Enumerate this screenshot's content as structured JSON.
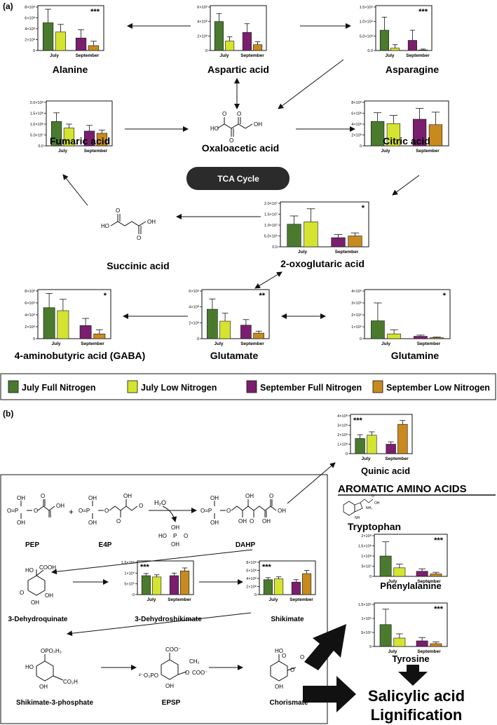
{
  "panels": {
    "a": "(a)",
    "b": "(b)"
  },
  "tca_label": "TCA Cycle",
  "legend": [
    {
      "label": "July Full Nitrogen",
      "color": "#4a7a2e"
    },
    {
      "label": "July Low Nitrogen",
      "color": "#d4e430"
    },
    {
      "label": "September Full Nitrogen",
      "color": "#7a1f6e"
    },
    {
      "label": "September Low Nitrogen",
      "color": "#c88a1f"
    }
  ],
  "structures": {
    "oaa": {
      "name": "Oxaloacetic acid",
      "atoms": [
        "HO",
        "O",
        "O",
        "OH",
        "O"
      ]
    },
    "succinic": {
      "name": "Succinic acid",
      "atoms": [
        "HO",
        "O",
        "O",
        "OH"
      ]
    },
    "pep": {
      "name": "PEP",
      "atoms": [
        "OH",
        "O=P",
        "O",
        "OH",
        "O",
        "OH"
      ]
    },
    "e4p": {
      "name": "E4P",
      "atoms": [
        "OH",
        "O=P",
        "O",
        "OH",
        "OH",
        "O"
      ]
    },
    "water": {
      "text": "H₂O",
      "atoms": [
        "OH",
        "HO",
        "P",
        "OH",
        "O"
      ]
    },
    "dahp": {
      "name": "DAHP",
      "atoms": [
        "OH",
        "O=P",
        "O",
        "OH",
        "OH",
        "OH",
        "O",
        "OH",
        "O"
      ]
    },
    "dhq": {
      "name": "3-Dehydroquinate",
      "atoms": [
        "HO",
        "COOH",
        "O",
        "OH",
        "OH"
      ]
    },
    "s3p": {
      "name": "Shikimate-3-phosphate",
      "atoms": [
        "OPO₃H₂",
        "HO",
        "OH",
        "CO₂H"
      ]
    },
    "epsp": {
      "name": "EPSP",
      "atoms": [
        "COO⁻",
        "²⁻O₃PO",
        "O",
        "CH₂",
        "COO⁻",
        "OH"
      ]
    },
    "chorismate": {
      "name": "Chorismate",
      "atoms": [
        "HO",
        "O",
        "O",
        "OH",
        "O",
        "OH"
      ]
    },
    "tryptophan": {
      "name": "Tryptophan",
      "atoms": [
        "NH",
        "NH₂",
        "O",
        "OH"
      ]
    },
    "aromatic": "AROMATIC AMINO ACIDS",
    "salicylic": "Salicylic acid",
    "lignification": "Lignification"
  },
  "chart_data": [
    {
      "type": "bar",
      "id": "alanine",
      "title": "Alanine",
      "categories": [
        "July",
        "September"
      ],
      "yticks": [
        "0",
        "2×10⁸",
        "4×10⁸",
        "6×10⁸",
        "8×10⁸"
      ],
      "ylim": [
        0,
        800000000.0
      ],
      "sig": "***",
      "series": [
        {
          "name": "July Full Nitrogen",
          "values": [
            510000000.0
          ],
          "err": [
            250000000.0
          ]
        },
        {
          "name": "July Low Nitrogen",
          "values": [
            340000000.0
          ],
          "err": [
            140000000.0
          ]
        },
        {
          "name": "September Full Nitrogen",
          "values": [
            230000000.0
          ],
          "err": [
            150000000.0
          ]
        },
        {
          "name": "September Low Nitrogen",
          "values": [
            90000000.0
          ],
          "err": [
            80000000.0
          ]
        }
      ],
      "bars": [
        510000000.0,
        340000000.0,
        230000000.0,
        90000000.0
      ],
      "errs": [
        250000000.0,
        140000000.0,
        150000000.0,
        80000000.0
      ]
    },
    {
      "type": "bar",
      "id": "aspartic",
      "title": "Aspartic acid",
      "categories": [
        "July",
        "September"
      ],
      "yticks": [
        "0",
        "2×10⁸",
        "4×10⁸",
        "6×10⁸"
      ],
      "ylim": [
        0,
        600000000.0
      ],
      "sig": "",
      "bars": [
        400000000.0,
        130000000.0,
        250000000.0,
        80000000.0
      ],
      "errs": [
        110000000.0,
        60000000.0,
        120000000.0,
        40000000.0
      ]
    },
    {
      "type": "bar",
      "id": "asparagine",
      "title": "Asparagine",
      "categories": [
        "July",
        "September"
      ],
      "yticks": [
        "0.0",
        "5.0×10⁸",
        "1.0×10⁹",
        "1.5×10⁹"
      ],
      "ylim": [
        0,
        1500000000.0
      ],
      "sig": "***",
      "bars": [
        700000000.0,
        80000000.0,
        350000000.0,
        20000000.0
      ],
      "errs": [
        450000000.0,
        120000000.0,
        350000000.0,
        30000000.0
      ]
    },
    {
      "type": "bar",
      "id": "fumaric",
      "title": "Fumaric acid",
      "categories": [
        "July",
        "September"
      ],
      "yticks": [
        "0.0",
        "5.0×10⁷",
        "1.0×10⁸",
        "1.5×10⁸",
        "2.0×10⁸"
      ],
      "ylim": [
        0,
        200000000.0
      ],
      "sig": "",
      "bars": [
        112000000.0,
        82000000.0,
        68000000.0,
        58000000.0
      ],
      "errs": [
        40000000.0,
        18000000.0,
        26000000.0,
        14000000.0
      ]
    },
    {
      "type": "bar",
      "id": "citric",
      "title": "Citric acid",
      "categories": [
        "July",
        "September"
      ],
      "yticks": [
        "0",
        "2×10⁸",
        "4×10⁸",
        "6×10⁸",
        "8×10⁸"
      ],
      "ylim": [
        0,
        800000000.0
      ],
      "sig": "",
      "bars": [
        450000000.0,
        410000000.0,
        490000000.0,
        390000000.0
      ],
      "errs": [
        160000000.0,
        150000000.0,
        200000000.0,
        230000000.0
      ]
    },
    {
      "type": "bar",
      "id": "oxoglutaric",
      "title": "2-oxoglutaric acid",
      "categories": [
        "July",
        "September"
      ],
      "yticks": [
        "0.0",
        "5.0×10⁶",
        "1.0×10⁷",
        "1.5×10⁷",
        "2.0×10⁷"
      ],
      "ylim": [
        0,
        20000000.0
      ],
      "sig": "*",
      "bars": [
        10400000.0,
        11500000.0,
        4200000.0,
        5000000.0
      ],
      "errs": [
        3800000.0,
        6000000.0,
        1500000.0,
        1400000.0
      ]
    },
    {
      "type": "bar",
      "id": "gaba",
      "title": "4-aminobutyric acid (GABA)",
      "categories": [
        "July",
        "September"
      ],
      "yticks": [
        "0",
        "2×10⁸",
        "4×10⁸",
        "6×10⁸",
        "8×10⁸"
      ],
      "ylim": [
        0,
        800000000.0
      ],
      "sig": "*",
      "bars": [
        520000000.0,
        470000000.0,
        220000000.0,
        80000000.0
      ],
      "errs": [
        240000000.0,
        190000000.0,
        120000000.0,
        70000000.0
      ]
    },
    {
      "type": "bar",
      "id": "glutamate",
      "title": "Glutamate",
      "categories": [
        "July",
        "September"
      ],
      "yticks": [
        "0",
        "2×10⁸",
        "4×10⁸",
        "6×10⁸"
      ],
      "ylim": [
        0,
        600000000.0
      ],
      "sig": "**",
      "bars": [
        370000000.0,
        220000000.0,
        170000000.0,
        70000000.0
      ],
      "errs": [
        130000000.0,
        100000000.0,
        70000000.0,
        25000000.0
      ]
    },
    {
      "type": "bar",
      "id": "glutamine",
      "title": "Glutamine",
      "categories": [
        "July",
        "September"
      ],
      "yticks": [
        "0",
        "1×10⁹",
        "2×10⁹",
        "3×10⁹",
        "4×10⁹"
      ],
      "ylim": [
        0,
        4000000000.0
      ],
      "sig": "*",
      "bars": [
        1500000000.0,
        400000000.0,
        200000000.0,
        80000000.0
      ],
      "errs": [
        1500000000.0,
        350000000.0,
        100000000.0,
        50000000.0
      ]
    },
    {
      "type": "bar",
      "id": "quinic",
      "title": "Quinic acid",
      "categories": [
        "July",
        "September"
      ],
      "yticks": [
        "0",
        "1×10⁸",
        "2×10⁸",
        "3×10⁸",
        "4×10⁸"
      ],
      "ylim": [
        0,
        400000000.0
      ],
      "sig": "***",
      "bars": [
        160000000.0,
        195000000.0,
        100000000.0,
        310000000.0
      ],
      "errs": [
        40000000.0,
        35000000.0,
        25000000.0,
        40000000.0
      ]
    },
    {
      "type": "bar",
      "id": "dehydroshikimate",
      "title": "3-Dehydroshikimate",
      "categories": [
        "July",
        "September"
      ],
      "yticks": [
        "0",
        "5×10⁵",
        "1×10⁶",
        "1.5×10⁶"
      ],
      "ylim": [
        0,
        1500000.0
      ],
      "sig": "***",
      "bars": [
        880000.0,
        820000.0,
        880000.0,
        1100000.0
      ],
      "errs": [
        100000.0,
        100000.0,
        120000.0,
        140000.0
      ]
    },
    {
      "type": "bar",
      "id": "shikimate",
      "title": "Shikimate",
      "categories": [
        "July",
        "September"
      ],
      "yticks": [
        "0",
        "2×10⁸",
        "4×10⁸",
        "6×10⁸",
        "8×10⁸"
      ],
      "ylim": [
        0,
        800000000.0
      ],
      "sig": "***",
      "bars": [
        370000000.0,
        390000000.0,
        310000000.0,
        520000000.0
      ],
      "errs": [
        50000000.0,
        50000000.0,
        60000000.0,
        80000000.0
      ]
    },
    {
      "type": "bar",
      "id": "phenylalanine",
      "title": "Phenylalanine",
      "categories": [
        "July",
        "September"
      ],
      "yticks": [
        "0",
        "5×10⁷",
        "1×10⁸",
        "1.5×10⁸",
        "2×10⁸"
      ],
      "ylim": [
        0,
        200000000.0
      ],
      "sig": "***",
      "bars": [
        100000000.0,
        42000000.0,
        25000000.0,
        12000000.0
      ],
      "errs": [
        70000000.0,
        18000000.0,
        12000000.0,
        8000000.0
      ]
    },
    {
      "type": "bar",
      "id": "tyrosine",
      "title": "Tyrosine",
      "categories": [
        "July",
        "September"
      ],
      "yticks": [
        "0",
        "5×10⁴",
        "1×10⁵",
        "1.5×10⁵"
      ],
      "ylim": [
        0,
        150000.0
      ],
      "sig": "***",
      "bars": [
        78000.0,
        30000.0,
        20000.0,
        10000.0
      ],
      "errs": [
        55000.0,
        15000.0,
        12000.0,
        6000.0
      ]
    }
  ]
}
